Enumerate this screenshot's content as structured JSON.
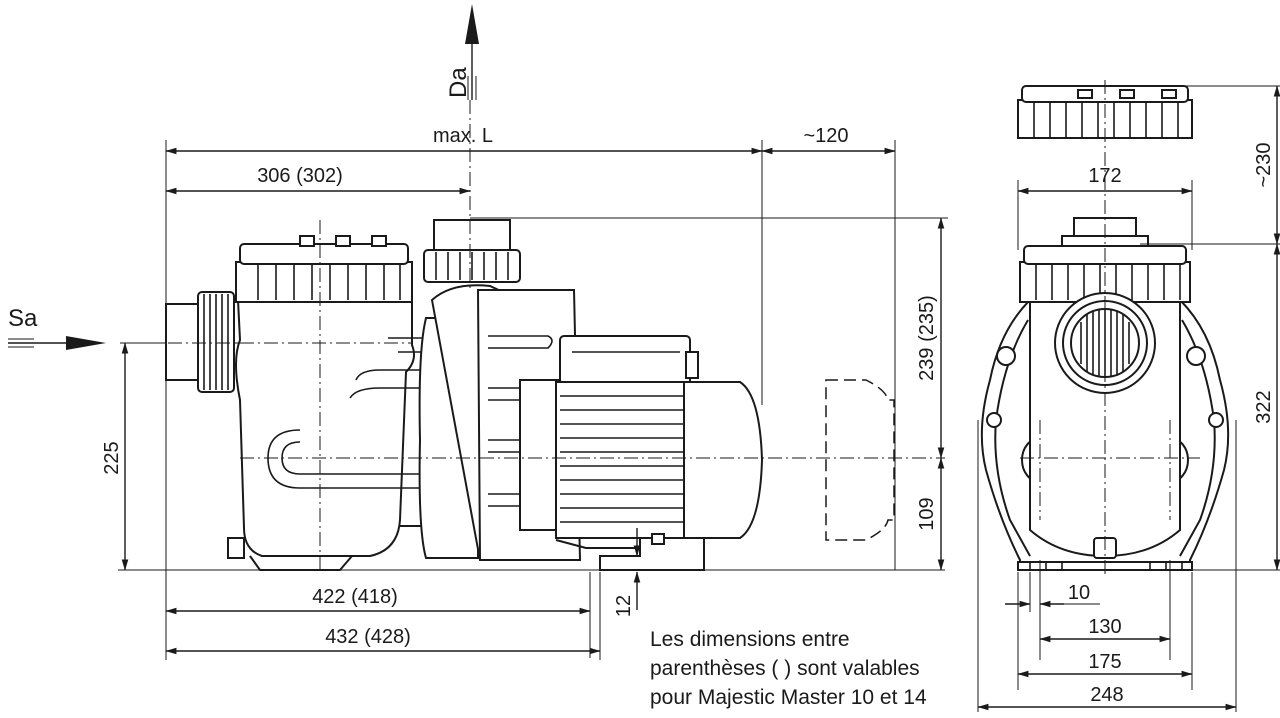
{
  "flow_labels": {
    "suction": "Sa",
    "discharge": "Da"
  },
  "side_view": {
    "max_length": "max. L",
    "service_clearance": "~120",
    "inlet_axis_to_outlet": "306  (302)",
    "top_above_motor_axis": "239  (235)",
    "motor_axis_height": "109",
    "inlet_axis_height": "225",
    "foot_height": "12",
    "base_length_1": "422  (418)",
    "base_length_2": "432  (428)"
  },
  "end_view": {
    "cover_clearance": "~230",
    "cover_diameter": "172",
    "overall_height": "322",
    "foot_width": "10",
    "bolt_spacing": "130",
    "base_width": "175",
    "overall_width": "248"
  },
  "note": {
    "line1": "Les dimensions entre",
    "line2": "parenthèses ( ) sont valables",
    "line3": "pour Majestic Master 10 et 14"
  }
}
